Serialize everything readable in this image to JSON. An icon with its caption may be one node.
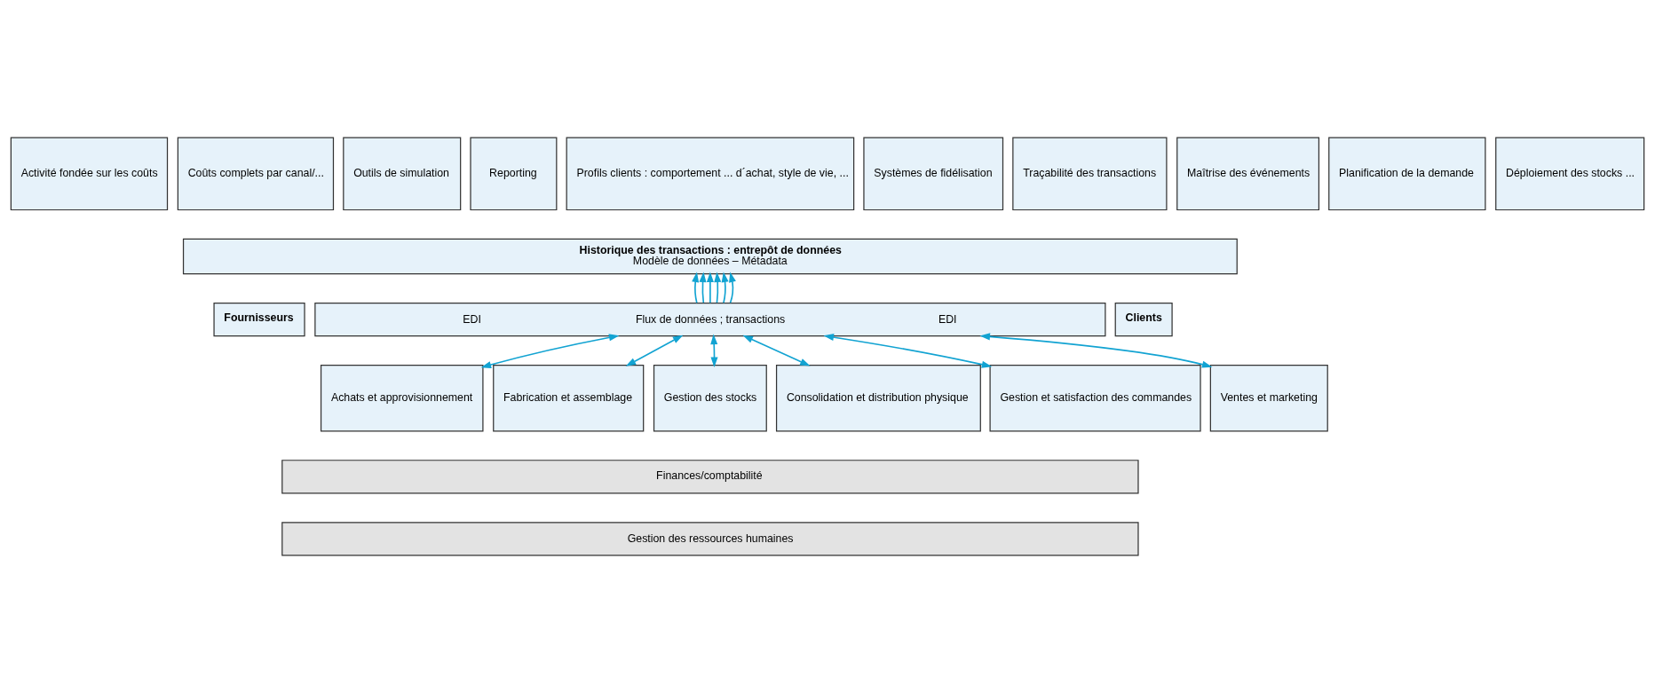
{
  "diagram": {
    "nodes": [
      {
        "text": [
          "Activité fondée sur les coûts"
        ]
      },
      {
        "text": [
          "Coûts complets par canal/..."
        ]
      },
      {
        "text": [
          "Outils de simulation"
        ]
      },
      {
        "text": [
          "Reporting"
        ]
      },
      {
        "text": [
          "Profils clients : comportement ... d´achat, style de vie, ..."
        ]
      },
      {
        "text": [
          "Systèmes de fidélisation"
        ]
      },
      {
        "text": [
          "Traçabilité des transactions"
        ]
      },
      {
        "text": [
          "Maîtrise des événements"
        ]
      },
      {
        "text": [
          "Planification de la demande"
        ]
      },
      {
        "text": [
          "Déploiement des stocks ..."
        ]
      },
      {
        "text": [
          "Historique des transactions : entrepôt de données",
          "Modèle de données – Métadata"
        ]
      },
      {
        "text": [
          "Fournisseurs"
        ]
      },
      {
        "text": [
          "EDI",
          "Flux de données ; transactions",
          "EDI"
        ]
      },
      {
        "text": [
          "Clients"
        ]
      },
      {
        "text": [
          "Achats et approvisionnement"
        ]
      },
      {
        "text": [
          "Fabrication et assemblage"
        ]
      },
      {
        "text": [
          "Gestion des stocks"
        ]
      },
      {
        "text": [
          "Consolidation et distribution physique"
        ]
      },
      {
        "text": [
          "Gestion et satisfaction des commandes"
        ]
      },
      {
        "text": [
          "Ventes et marketing"
        ]
      },
      {
        "text": [
          "Finances/comptabilité"
        ]
      },
      {
        "text": [
          "Gestion des ressources humaines"
        ]
      }
    ],
    "edges": [
      {
        "from": 12,
        "to": 10,
        "arrow": "to"
      },
      {
        "from": 12,
        "to": 10,
        "arrow": "to"
      },
      {
        "from": 12,
        "to": 10,
        "arrow": "to"
      },
      {
        "from": 12,
        "to": 10,
        "arrow": "to"
      },
      {
        "from": 12,
        "to": 10,
        "arrow": "to"
      },
      {
        "from": 12,
        "to": 10,
        "arrow": "to"
      },
      {
        "from": 12,
        "to": 14,
        "arrow": "both"
      },
      {
        "from": 12,
        "to": 15,
        "arrow": "both"
      },
      {
        "from": 12,
        "to": 16,
        "arrow": "both"
      },
      {
        "from": 12,
        "to": 17,
        "arrow": "both"
      },
      {
        "from": 12,
        "to": 18,
        "arrow": "both"
      },
      {
        "from": 12,
        "to": 19,
        "arrow": "both"
      }
    ]
  }
}
